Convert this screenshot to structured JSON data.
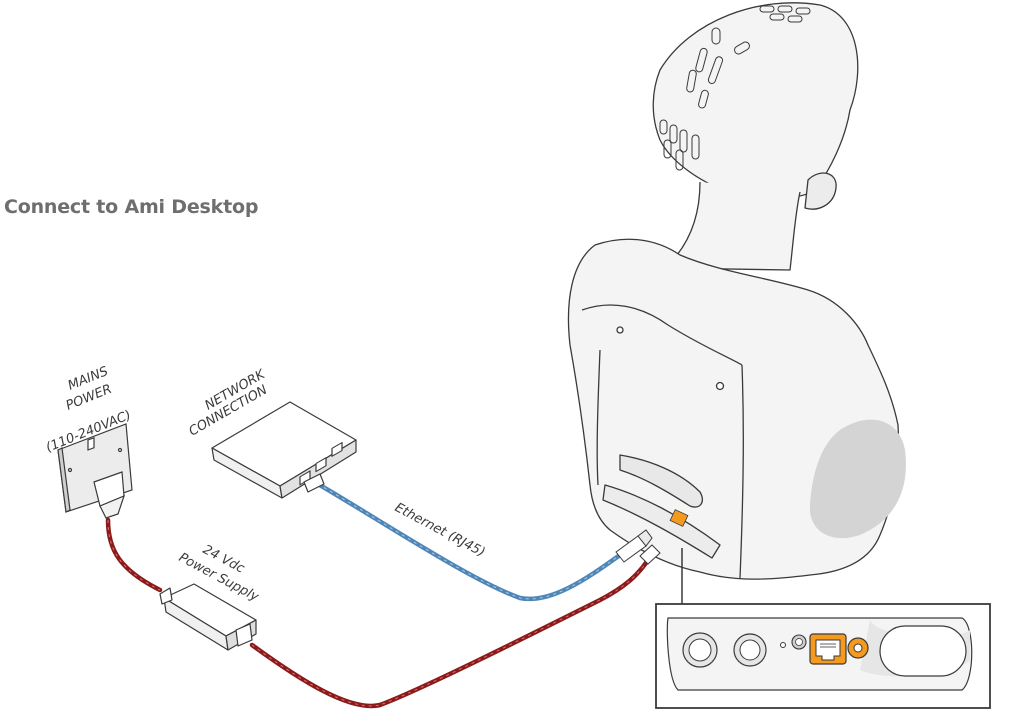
{
  "title": "Connect to Ami Desktop",
  "labels": {
    "mains_1": "MAINS",
    "mains_2": "POWER",
    "mains_3": "(110-240VAC)",
    "network_1": "NETWORK",
    "network_2": "CONNECTION",
    "ethernet": "Ethernet (RJ45)",
    "psu_1": "24 Vdc",
    "psu_2": "Power Supply"
  },
  "colors": {
    "power_cable": "#8b1a1a",
    "ethernet_cable": "#4f86b8",
    "rj45_port": "#f39a1f",
    "dc_port": "#f39a1f",
    "line": "#3a3a3a",
    "robot_fill": "#f4f4f4"
  },
  "icons": [
    "wall-socket-icon",
    "network-switch-icon",
    "power-adapter-icon",
    "robot-icon",
    "rj45-port-icon",
    "dc-port-icon"
  ]
}
